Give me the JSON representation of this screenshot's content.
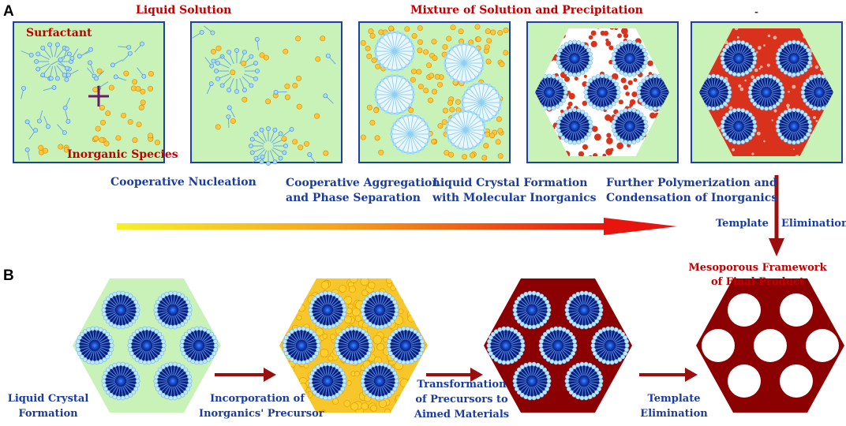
{
  "panels": {
    "a": "A",
    "b": "B"
  },
  "top_headers": {
    "liquid_solution": "Liquid Solution",
    "mixture": "Mixture of Solution and Precipitation",
    "dash": "-"
  },
  "box_labels": {
    "surfactant": "Surfactant",
    "inorganic_species": "Inorganic Species"
  },
  "stage_captions": {
    "cooperative_nucleation": "Cooperative Nucleation",
    "aggregation_line1": "Cooperative Aggregation",
    "aggregation_line2": "and Phase Separation",
    "liquid_crystal_line1": "Liquid Crystal Formation",
    "liquid_crystal_line2": "with Molecular Inorganics",
    "polymerization_line1": "Further Polymerization and",
    "polymerization_line2": "Condensation of Inorganics"
  },
  "template_elim_a": {
    "left": "Template",
    "right": "Elimination"
  },
  "final_product": {
    "line1": "Mesoporous Framework",
    "line2": "of Final Product"
  },
  "bottom_captions": {
    "lc_line1": "Liquid Crystal",
    "lc_line2": "Formation",
    "inc_line1": "Incorporation of",
    "inc_line2": "Inorganics' Precursor",
    "trans_line1": "Transformation",
    "trans_line2": "of Precursors to",
    "trans_line3": "Aimed Materials",
    "te_line1": "Template",
    "te_line2": "Elimination"
  },
  "colors": {
    "title_red": "#c00000",
    "caption_blue": "#1a3c9e",
    "panel_bg": "#c9f2b9",
    "frame_blue": "#1f3fa8",
    "micelle_core": "#0a1e78",
    "inorganic_red": "#d8311c",
    "framework_maroon": "#8b0000",
    "precursor_yellow": "#f2b61c"
  }
}
